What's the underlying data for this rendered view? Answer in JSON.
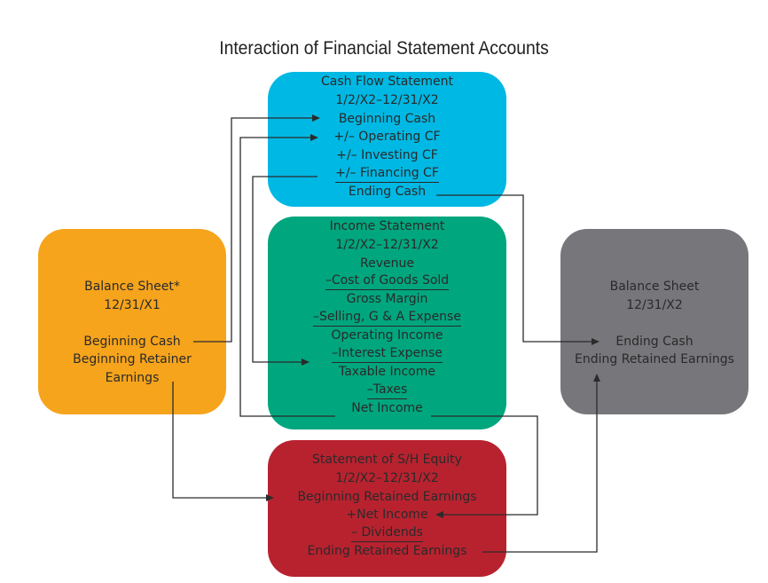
{
  "title": "Interaction of Financial Statement Accounts",
  "colors": {
    "cash_flow": "#00b8e4",
    "income": "#00a67e",
    "equity": "#b8222f",
    "balance_x1": "#f6a41c",
    "balance_x2": "#77767a",
    "text": "#2a2a2a"
  },
  "cash_flow_statement": {
    "title": "Cash Flow Statement",
    "period": "1/2/X2–12/31/X2",
    "lines": [
      "Beginning Cash",
      "+/– Operating CF",
      "+/– Investing CF",
      "+/– Financing CF",
      "Ending Cash"
    ]
  },
  "income_statement": {
    "title": "Income Statement",
    "period": "1/2/X2–12/31/X2",
    "lines": [
      "Revenue",
      "–Cost of Goods Sold",
      "Gross Margin",
      "–Selling, G & A Expense",
      "Operating Income",
      "–Interest Expense",
      "Taxable Income",
      "–Taxes",
      "Net Income"
    ]
  },
  "equity_statement": {
    "title": "Statement of S/H Equity",
    "period": "1/2/X2–12/31/X2",
    "lines": [
      "Beginning Retained Earnings",
      "+Net Income",
      "– Dividends",
      "Ending Retained Earnings"
    ]
  },
  "balance_sheet_x1": {
    "title": "Balance Sheet*",
    "date": "12/31/X1",
    "lines": [
      "Beginning Cash",
      "Beginning Retainer",
      "Earnings"
    ]
  },
  "balance_sheet_x2": {
    "title": "Balance Sheet",
    "date": "12/31/X2",
    "lines": [
      "Ending Cash",
      "Ending Retained Earnings"
    ]
  }
}
